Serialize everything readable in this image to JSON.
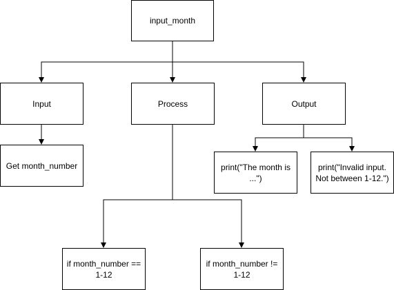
{
  "diagram": {
    "nodes": {
      "root": "input_month",
      "input": "Input",
      "process": "Process",
      "output": "Output",
      "get_month": "Get month_number",
      "print_month": "print(\"The month is ...\")",
      "print_invalid": "print(\"Invalid input. Not between 1-12.\")",
      "if_eq": "if month_number == 1-12",
      "if_neq": "if month_number != 1-12"
    },
    "colors": {
      "stroke": "#000000",
      "fill": "#ffffff",
      "text": "#000000"
    }
  }
}
